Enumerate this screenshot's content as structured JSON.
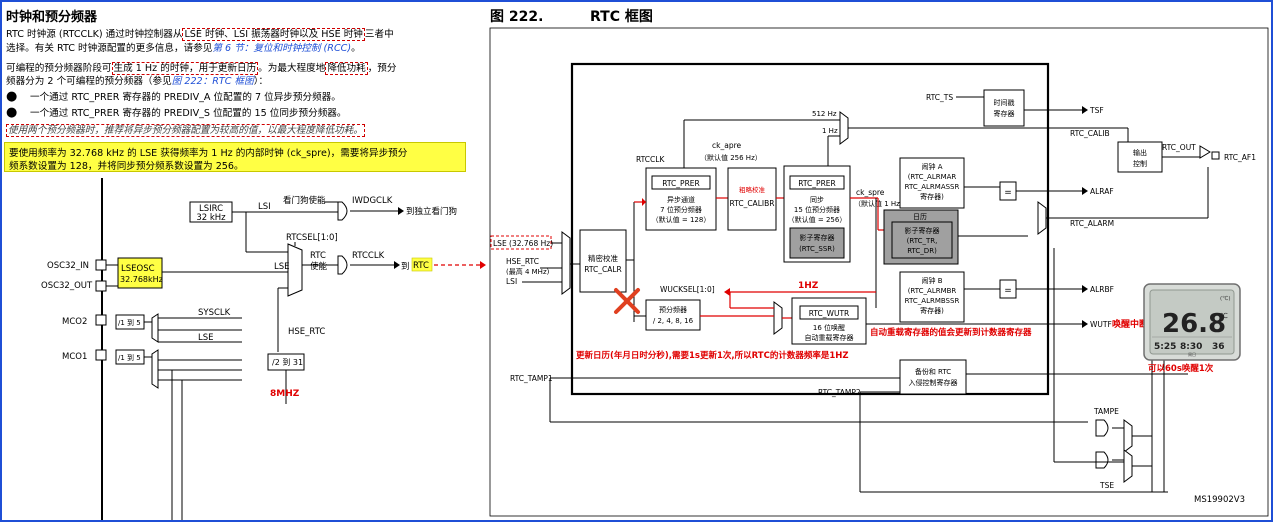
{
  "left_doc": {
    "heading": "时钟和预分频器",
    "para1_line1_pre": "RTC 时钟源 (RTCCLK) 通过时钟控制器从",
    "para1_line1_box": "LSE 时钟、LSI 振荡器时钟以及 HSE 时钟",
    "para1_line1_post": "三者中",
    "para1_line2_pre": "选择。有关 RTC 时钟源配置的更多信息，请参见",
    "para1_line2_link": "第 6 节：复位和时钟控制 (RCC)",
    "para1_line2_post": "。",
    "para2_line1_pre": "可编程的预分频器阶段可",
    "para2_line1_box1": "生成 1 Hz 的时钟，用于更新日历",
    "para2_line1_mid": "。为最大程度地",
    "para2_line1_box2": "降低功耗",
    "para2_line1_post": "，预分",
    "para2_line2_pre": "频器分为 2 个可编程的预分频器（参见",
    "para2_line2_link": "图 222：RTC 框图",
    "para2_line2_post": "）：",
    "bullet_symbol": "●",
    "bullet1": "一个通过 RTC_PRER 寄存器的 PREDIV_A 位配置的 7 位异步预分频器。",
    "bullet2": "一个通过 RTC_PRER 寄存器的 PREDIV_S 位配置的 15 位同步预分频器。",
    "note_box": "使用两个预分频器时，推荐将异步预分频器配置为较高的值，以最大程度降低功耗。",
    "yellow_line1": "要使用频率为 32.768 kHz 的 LSE 获得频率为 1 Hz 的内部时钟 (ck_spre)，需要将异步预分",
    "yellow_line2": "频系数设置为 128，并将同步预分频系数设置为 256。"
  },
  "left_diagram": {
    "lsirc": "LSIRC",
    "lsirc_freq": "32 kHz",
    "lsi": "LSI",
    "watchdog_enable": "看门狗使能",
    "iwdgclk": "IWDGCLK",
    "to_iwdg": "到独立看门狗",
    "rtcsel": "RTCSEL[1:0]",
    "rtc_enable_1": "RTC",
    "rtc_enable_2": "使能",
    "rtcclk": "RTCCLK",
    "to_rtc_pre": "到",
    "to_rtc_box": "RTC",
    "osc32_in": "OSC32_IN",
    "osc32_out": "OSC32_OUT",
    "lseosc_1": "LSEOSC",
    "lseosc_2": "32.768kHz",
    "lse": "LSE",
    "mco2": "MCO2",
    "mco1": "MCO1",
    "div15": "/1 到 5",
    "sysclk": "SYSCLK",
    "lse2": "LSE",
    "hse_rtc": "HSE_RTC",
    "div31": "/2 到 31",
    "mhz8": "8MHZ"
  },
  "figure": {
    "title_num": "图 222.",
    "title_name": "RTC 框图",
    "code": "MS19902V3",
    "lse_in": "LSE (32.768 Hz)",
    "hse_rtc": "HSE_RTC",
    "hse_max": "(最高 4 MHz)",
    "lsi": "LSI",
    "calr_1": "精密校准",
    "calr_2": "RTC_CALR",
    "rtcclk": "RTCCLK",
    "prer_a_reg": "RTC_PRER",
    "prer_a_1": "异步通道",
    "prer_a_2": "7 位预分频器",
    "prer_a_3": "（默认值 = 128）",
    "ck_apre": "ck_apre",
    "ck_apre_def": "（默认值 256 Hz）",
    "coarse_1": "粗略校准",
    "coarse_2": "RTC_CALIBR",
    "prer_s_reg": "RTC_PRER",
    "prer_s_1": "同步",
    "prer_s_2": "15 位预分频器",
    "prer_s_3": "（默认值 = 256）",
    "shadow_ssr_1": "影子寄存器",
    "shadow_ssr_2": "(RTC_SSR)",
    "ck_spre": "ck_spre",
    "ck_spre_def": "（默认值 1 Hz）",
    "hz512": "512 Hz",
    "hz1": "1 Hz",
    "rtc_ts": "RTC_TS",
    "ts_1": "时间戳",
    "ts_2": "寄存器",
    "tsf": "TSF",
    "rtc_calib": "RTC_CALIB",
    "out_ctrl_1": "输出",
    "out_ctrl_2": "控制",
    "rtc_out": "RTC_OUT",
    "rtc_af1": "RTC_AF1",
    "alarm_a_1": "闹钟 A",
    "alarm_a_2": "(RTC_ALRMAR",
    "alarm_a_3": "RTC_ALRMASSR",
    "alarm_a_4": "寄存器)",
    "alraf": "ALRAF",
    "calendar": "日历",
    "shadow_tr_1": "影子寄存器",
    "shadow_tr_2": "(RTC_TR,",
    "shadow_tr_3": "RTC_DR)",
    "rtc_alarm": "RTC_ALARM",
    "alarm_b_1": "闹钟 B",
    "alarm_b_2": "(RTC_ALRMBR",
    "alarm_b_3": "RTC_ALRMBSSR",
    "alarm_b_4": "寄存器)",
    "alrbf": "ALRBF",
    "eq": "=",
    "wucksel": "WUCKSEL[1:0]",
    "wu_pre_1": "预分频器",
    "wu_pre_2": "/ 2, 4, 8, 16",
    "wutr_reg": "RTC_WUTR",
    "wutr_1": "16 位唤醒",
    "wutr_2": "自动重载寄存器",
    "wutf": "WUTF",
    "rtc_tamp1": "RTC_TAMP1",
    "rtc_tamp2": "RTC_TAMP2",
    "backup_1": "备份和 RTC",
    "backup_2": "入侵控制寄存器",
    "tampe": "TAMPE",
    "tse": "TSE",
    "anno_1hz": "1HZ",
    "anno_wakeup": "唤醒中断",
    "anno_autoreload": "自动重载寄存器的值会更新到计数器寄存器",
    "anno_calendar": "更新日历(年月日时分秒),需要1s更新1次,所以RTC的计数器频率是1HZ",
    "anno_60s": "可以60s唤醒1次",
    "lcd_top": "(℃)",
    "lcd_main": "26.8",
    "lcd_unit": "℃",
    "lcd_date": "5:25",
    "lcd_time": "8:30",
    "lcd_hum": "36",
    "lcd_small": "周日"
  },
  "colors": {
    "annotation_red": "#e00000",
    "border_blue": "#1f4fd6",
    "highlight_yellow": "#ffff44",
    "note_gray": "#a0a0a0"
  }
}
